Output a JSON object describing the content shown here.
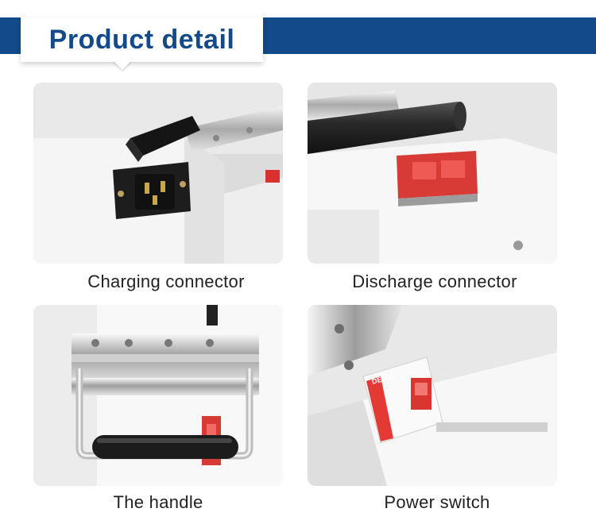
{
  "header": {
    "title": "Product detail",
    "colors": {
      "banner": "#124a8a",
      "title_text": "#124a8a"
    }
  },
  "panels": [
    {
      "caption": "Charging connector",
      "image": "charging-connector-photo"
    },
    {
      "caption": "Discharge connector",
      "image": "discharge-connector-photo"
    },
    {
      "caption": "The handle",
      "image": "handle-photo"
    },
    {
      "caption": "Power switch",
      "image": "power-switch-photo",
      "label_text": "DELIXI"
    }
  ]
}
